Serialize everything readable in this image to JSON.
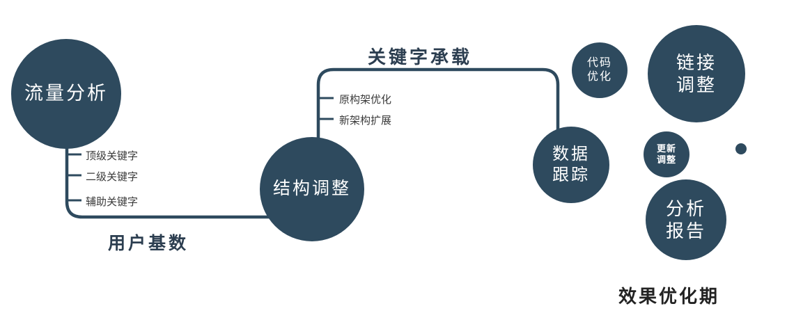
{
  "diagram": {
    "accent_color": "#2e4a5e",
    "nodes": {
      "traffic": {
        "label": "流量分析"
      },
      "structure": {
        "label": "结构调整"
      },
      "data_tracking": {
        "line1": "数据",
        "line2": "跟踪"
      },
      "code_optimization": {
        "line1": "代码",
        "line2": "优化"
      },
      "link_adjustment": {
        "line1": "链接",
        "line2": "调整"
      },
      "update_adjustment": {
        "line1": "更新",
        "line2": "调整"
      },
      "analysis_report": {
        "line1": "分析",
        "line2": "报告"
      }
    },
    "branches": {
      "traffic": [
        "顶级关键字",
        "二级关键字",
        "辅助关键字"
      ],
      "structure": [
        "原构架优化",
        "新架构扩展"
      ]
    },
    "edge_labels": {
      "user_base": "用户基数",
      "keyword_carry": "关键字承载"
    },
    "footer": "效果优化期"
  }
}
